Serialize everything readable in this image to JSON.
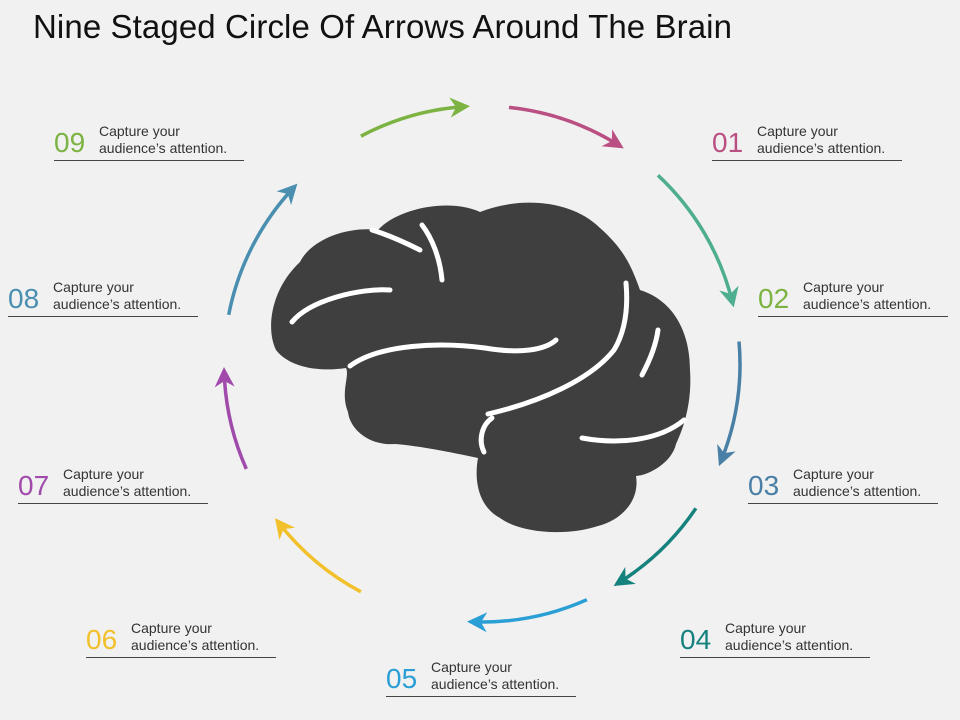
{
  "title": "Nine Staged Circle Of Arrows Around The Brain",
  "stages": [
    {
      "num": "01",
      "line1": "Capture your",
      "line2": "audience’s attention.",
      "color": "#b94f83"
    },
    {
      "num": "02",
      "line1": "Capture your",
      "line2": "audience’s attention.",
      "color": "#7cb342"
    },
    {
      "num": "03",
      "line1": "Capture your",
      "line2": "audience’s attention.",
      "color": "#4a7fa6"
    },
    {
      "num": "04",
      "line1": "Capture your",
      "line2": "audience’s attention.",
      "color": "#16827e"
    },
    {
      "num": "05",
      "line1": "Capture your",
      "line2": "audience’s attention.",
      "color": "#2a9fd6"
    },
    {
      "num": "06",
      "line1": "Capture your",
      "line2": "audience’s attention.",
      "color": "#f2c02b"
    },
    {
      "num": "07",
      "line1": "Capture your",
      "line2": "audience’s attention.",
      "color": "#a04bab"
    },
    {
      "num": "08",
      "line1": "Capture your",
      "line2": "audience’s attention.",
      "color": "#4a8fb0"
    },
    {
      "num": "09",
      "line1": "Capture your",
      "line2": "audience’s attention.",
      "color": "#7cb342"
    }
  ],
  "arrow_colors": [
    "#b94f83",
    "#4fae8f",
    "#4a7fa6",
    "#16827e",
    "#2a9fd6",
    "#f2c02b",
    "#a04bab",
    "#4a8fb0",
    "#7cb342"
  ],
  "brain": {
    "fill": "#3f3f3f",
    "groove_color": "#ffffff",
    "icon": "brain-icon"
  }
}
